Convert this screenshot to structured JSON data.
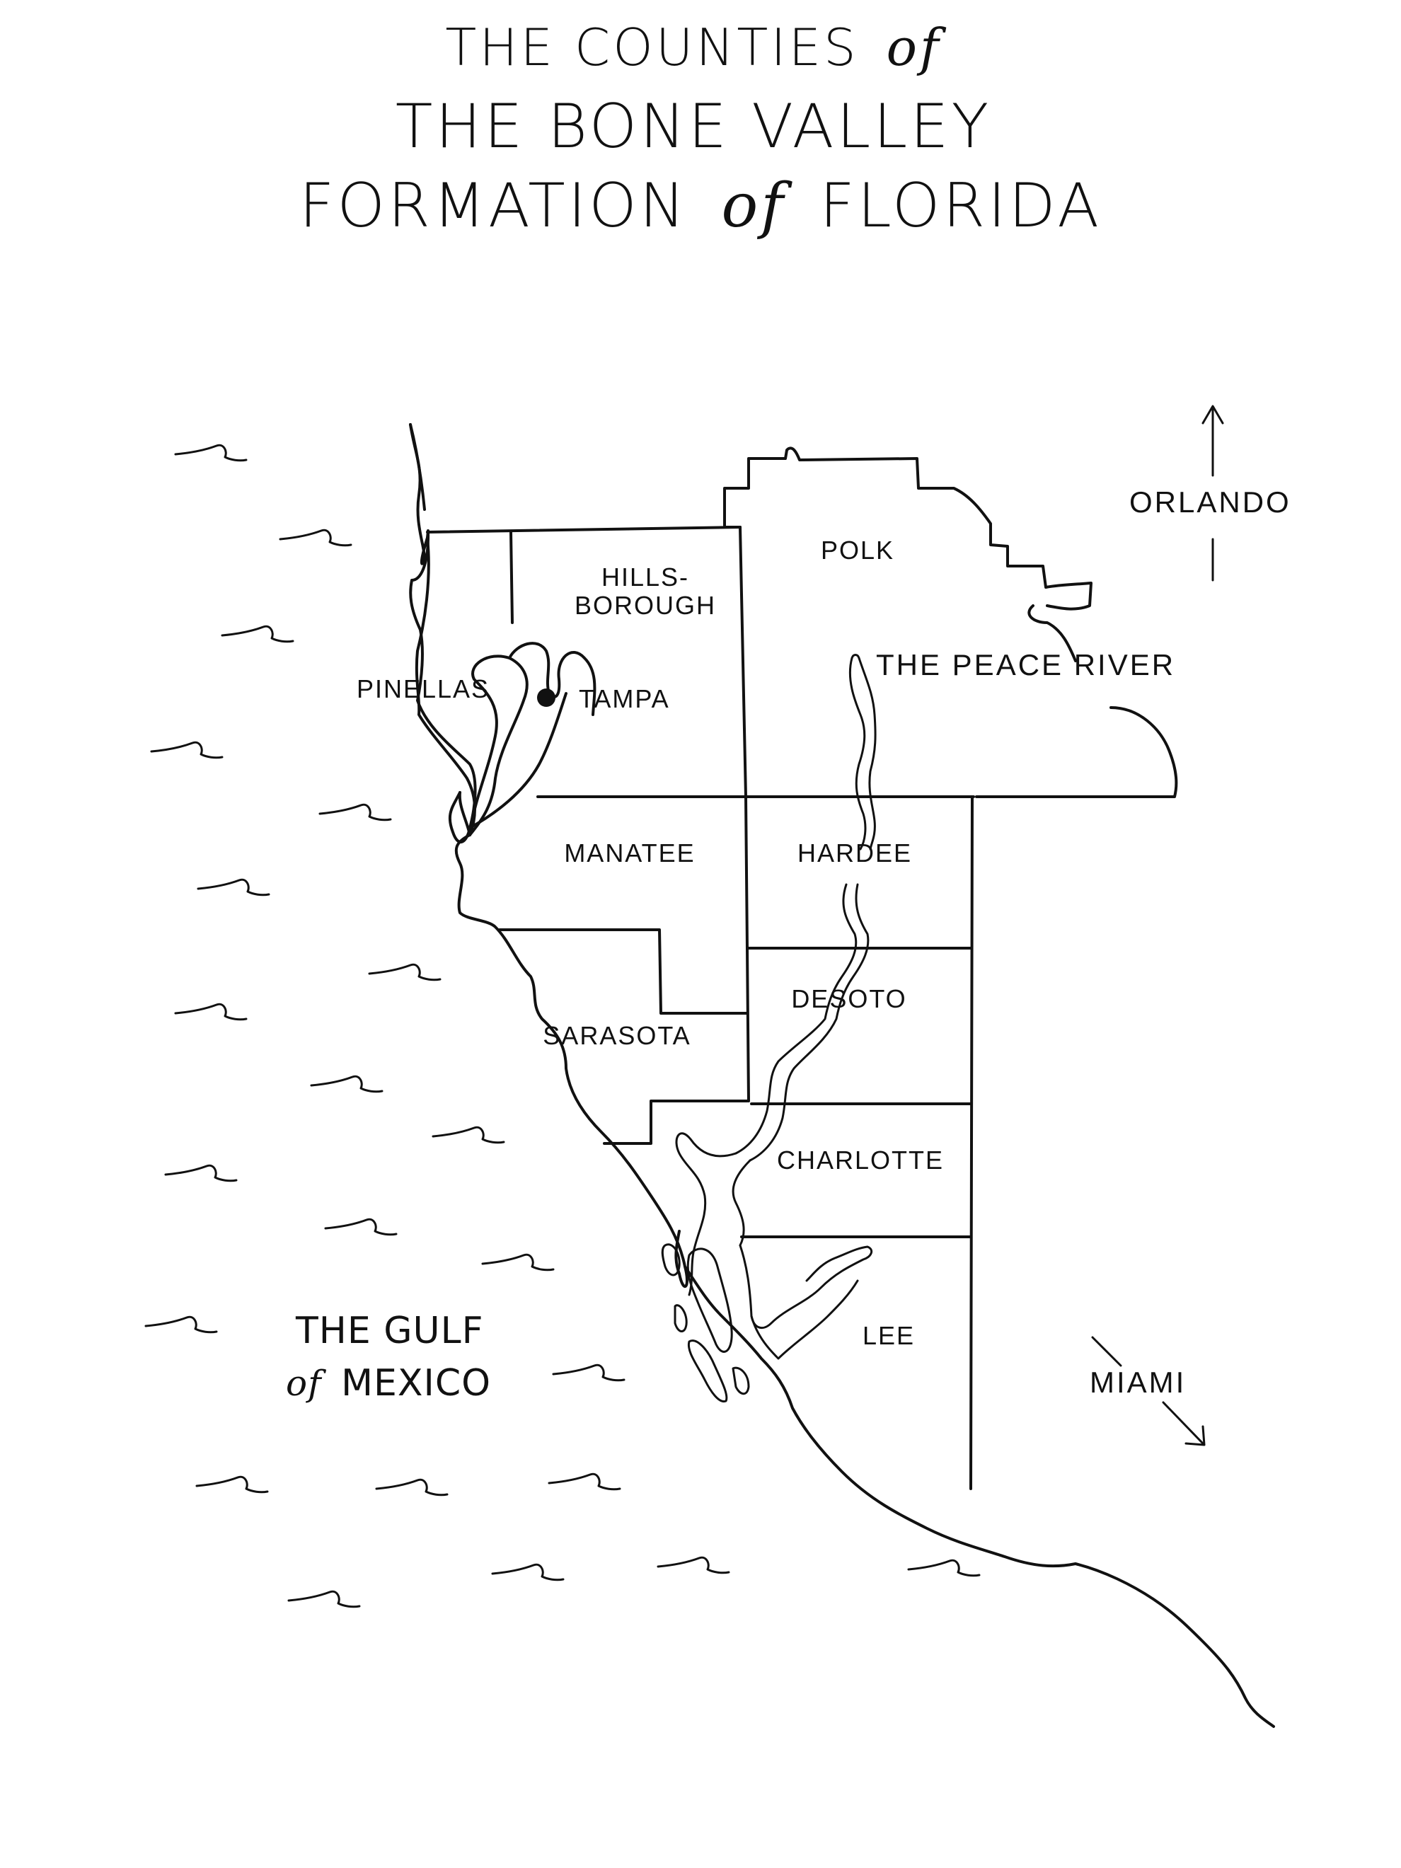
{
  "title": {
    "line1_a": "THE COUNTIES",
    "line1_of": "of",
    "line2": "THE BONE VALLEY",
    "line3_a": "FORMATION",
    "line3_of": "of",
    "line3_b": "FLORIDA"
  },
  "counties": {
    "pinellas": "PINELLAS",
    "hillsborough_1": "HILLS-",
    "hillsborough_2": "BOROUGH",
    "polk": "POLK",
    "manatee": "MANATEE",
    "hardee": "HARDEE",
    "sarasota": "SARASOTA",
    "desoto": "DESOTO",
    "charlotte": "CHARLOTTE",
    "lee": "LEE"
  },
  "places": {
    "tampa": "TAMPA",
    "peace_river": "THE PEACE RIVER",
    "orlando": "ORLANDO",
    "miami": "MIAMI",
    "gulf_1": "THE GULF",
    "gulf_of": "of",
    "gulf_2": "MEXICO"
  },
  "colors": {
    "ink": "#111111",
    "paper": "#ffffff"
  },
  "icons": {
    "orlando_direction": "arrow-up-icon",
    "miami_direction": "arrow-down-right-icon",
    "tampa_marker": "city-dot-icon",
    "waves": "wave-icon"
  }
}
